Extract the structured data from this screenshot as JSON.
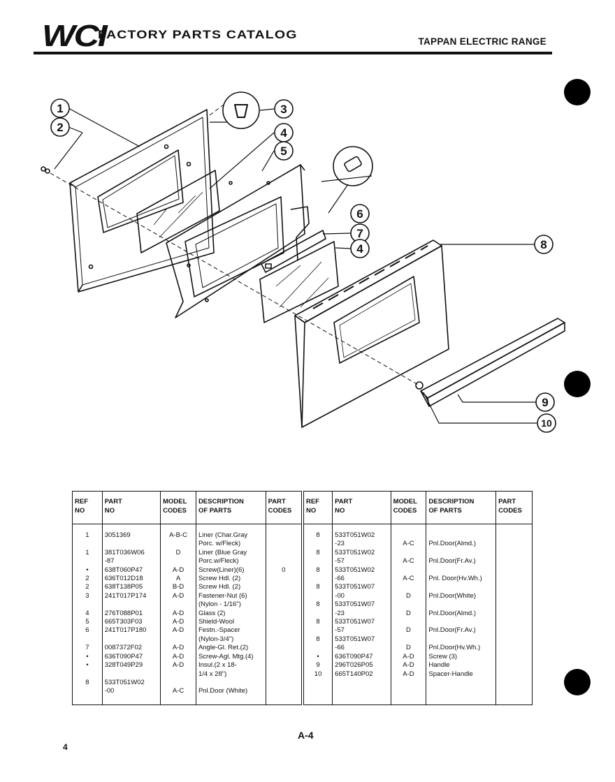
{
  "header": {
    "logo": "WCI",
    "catalog_title": "FACTORY PARTS CATALOG",
    "product_title": "TAPPAN ELECTRIC RANGE"
  },
  "diagram": {
    "callouts": [
      "1",
      "2",
      "3",
      "4",
      "5",
      "6",
      "7",
      "4",
      "8",
      "9",
      "10"
    ]
  },
  "table": {
    "headers": {
      "ref_no": [
        "REF",
        "NO"
      ],
      "part_no": [
        "PART",
        "NO"
      ],
      "model_codes": [
        "MODEL",
        "CODES"
      ],
      "description": [
        "DESCRIPTION",
        "OF PARTS"
      ],
      "part_codes": [
        "PART",
        "CODES"
      ]
    },
    "left_rows": [
      {
        "ref": "1",
        "part": "3051369",
        "model": "A-B-C",
        "desc": "Liner (Char.Gray",
        "pcode": ""
      },
      {
        "ref": "",
        "part": "",
        "model": "",
        "desc": "Porc. w/Fleck)",
        "pcode": ""
      },
      {
        "ref": "1",
        "part": "381T036W06",
        "model": "D",
        "desc": "Liner (Blue Gray",
        "pcode": ""
      },
      {
        "ref": "",
        "part": "-87",
        "model": "",
        "desc": "Porc.w/Fleck)",
        "pcode": ""
      },
      {
        "ref": "•",
        "part": "638T060P47",
        "model": "A-D",
        "desc": "Screw(Liner)(6)",
        "pcode": "0"
      },
      {
        "ref": "2",
        "part": "636T012D18",
        "model": "A",
        "desc": "Screw Hdl. (2)",
        "pcode": ""
      },
      {
        "ref": "2",
        "part": "638T138P05",
        "model": "B-D",
        "desc": "Screw Hdl. (2)",
        "pcode": ""
      },
      {
        "ref": "3",
        "part": "241T017P174",
        "model": "A-D",
        "desc": "Fastener-Nut (6)",
        "pcode": ""
      },
      {
        "ref": "",
        "part": "",
        "model": "",
        "desc": "(Nylon - 1/16\")",
        "pcode": ""
      },
      {
        "ref": "4",
        "part": "276T088P01",
        "model": "A-D",
        "desc": "Glass (2)",
        "pcode": ""
      },
      {
        "ref": "5",
        "part": "665T303F03",
        "model": "A-D",
        "desc": "Shield-Wool",
        "pcode": ""
      },
      {
        "ref": "6",
        "part": "241T017P180",
        "model": "A-D",
        "desc": "Festn.-Spacer",
        "pcode": ""
      },
      {
        "ref": "",
        "part": "",
        "model": "",
        "desc": "(Nylon-3/4\")",
        "pcode": ""
      },
      {
        "ref": "7",
        "part": "0087372F02",
        "model": "A-D",
        "desc": "Angle-Gl. Ret.(2)",
        "pcode": ""
      },
      {
        "ref": "•",
        "part": "636T090P47",
        "model": "A-D",
        "desc": "Screw-Agl. Mtg.(4)",
        "pcode": ""
      },
      {
        "ref": "•",
        "part": "328T049P29",
        "model": "A-D",
        "desc": "Insul.(2 x 18-",
        "pcode": ""
      },
      {
        "ref": "",
        "part": "",
        "model": "",
        "desc": "1/4 x 28\")",
        "pcode": ""
      },
      {
        "ref": "",
        "part": "",
        "model": "",
        "desc": "",
        "pcode": ""
      },
      {
        "ref": "8",
        "part": "533T051W02",
        "model": "",
        "desc": "",
        "pcode": ""
      },
      {
        "ref": "",
        "part": "-00",
        "model": "A-C",
        "desc": "Pnl.Door (White)",
        "pcode": ""
      }
    ],
    "right_rows": [
      {
        "ref": "8",
        "part": "533T051W02",
        "model": "",
        "desc": "",
        "pcode": ""
      },
      {
        "ref": "",
        "part": "-23",
        "model": "A-C",
        "desc": "Pnl.Door(Almd.)",
        "pcode": ""
      },
      {
        "ref": "8",
        "part": "533T051W02",
        "model": "",
        "desc": "",
        "pcode": ""
      },
      {
        "ref": "",
        "part": "-57",
        "model": "A-C",
        "desc": "Pnl.Door(Fr.Av.)",
        "pcode": ""
      },
      {
        "ref": "8",
        "part": "533T051W02",
        "model": "",
        "desc": "",
        "pcode": ""
      },
      {
        "ref": "",
        "part": "-66",
        "model": "A-C",
        "desc": "Pnl. Door(Hv.Wh.)",
        "pcode": ""
      },
      {
        "ref": "8",
        "part": "533T051W07",
        "model": "",
        "desc": "",
        "pcode": ""
      },
      {
        "ref": "",
        "part": "-00",
        "model": "D",
        "desc": "Pnl.Door(White)",
        "pcode": ""
      },
      {
        "ref": "8",
        "part": "533T051W07",
        "model": "",
        "desc": "",
        "pcode": ""
      },
      {
        "ref": "",
        "part": "-23",
        "model": "D",
        "desc": "Pnl.Door(Almd.)",
        "pcode": ""
      },
      {
        "ref": "8",
        "part": "533T051W07",
        "model": "",
        "desc": "",
        "pcode": ""
      },
      {
        "ref": "",
        "part": "-57",
        "model": "D",
        "desc": "Pnl.Door(Fr.Av.)",
        "pcode": ""
      },
      {
        "ref": "8",
        "part": "533T051W07",
        "model": "",
        "desc": "",
        "pcode": ""
      },
      {
        "ref": "",
        "part": "-66",
        "model": "D",
        "desc": "Pnl.Door(Hv.Wh.)",
        "pcode": ""
      },
      {
        "ref": "•",
        "part": "636T090P47",
        "model": "A-D",
        "desc": "Screw  (3)",
        "pcode": ""
      },
      {
        "ref": "9",
        "part": "296T026P05",
        "model": "A-D",
        "desc": "Handle",
        "pcode": ""
      },
      {
        "ref": "10",
        "part": "665T140P02",
        "model": "A-D",
        "desc": "Spacer-Handle",
        "pcode": ""
      },
      {
        "ref": "",
        "part": "",
        "model": "",
        "desc": "",
        "pcode": ""
      },
      {
        "ref": "",
        "part": "",
        "model": "",
        "desc": "",
        "pcode": ""
      },
      {
        "ref": "",
        "part": "",
        "model": "",
        "desc": "",
        "pcode": ""
      }
    ]
  },
  "footer": {
    "page_label": "A-4",
    "page_number": "4"
  }
}
